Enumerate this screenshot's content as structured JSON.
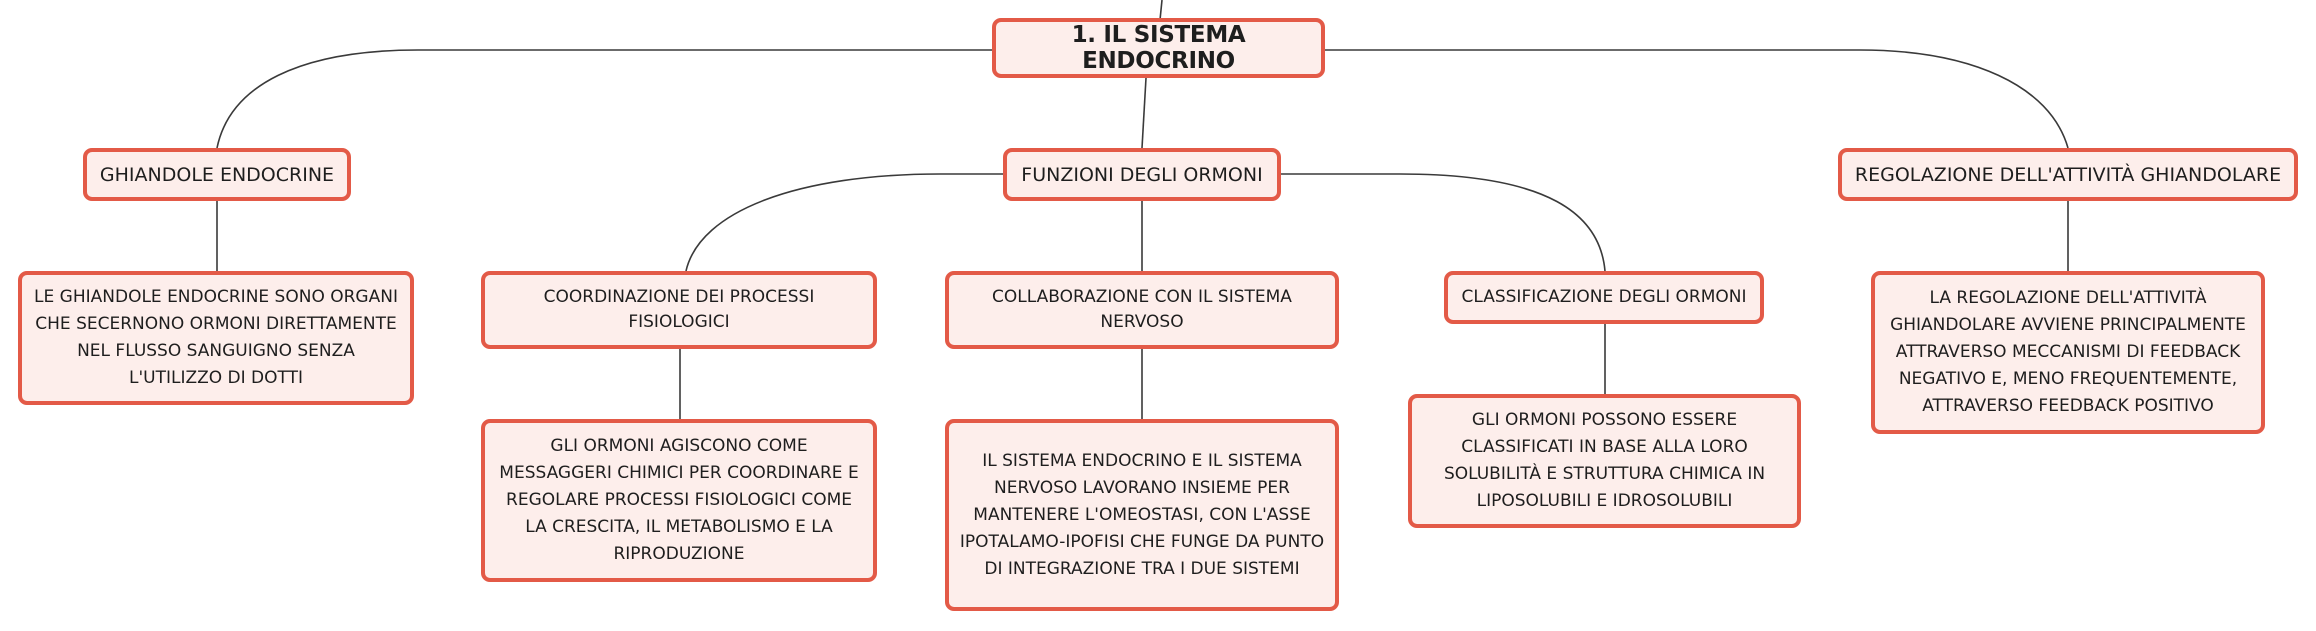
{
  "root": {
    "label": "1. IL SISTEMA ENDOCRINO"
  },
  "branches": {
    "ghiandole": {
      "label": "GHIANDOLE ENDOCRINE",
      "detail": "LE GHIANDOLE ENDOCRINE SONO ORGANI CHE SECERNONO ORMONI DIRETTAMENTE NEL FLUSSO SANGUIGNO SENZA L'UTILIZZO DI DOTTI"
    },
    "funzioni": {
      "label": "FUNZIONI DEGLI ORMONI",
      "children": {
        "coordinazione": {
          "label": "COORDINAZIONE DEI PROCESSI FISIOLOGICI",
          "detail": "GLI ORMONI AGISCONO COME MESSAGGERI CHIMICI PER COORDINARE E REGOLARE PROCESSI FISIOLOGICI COME LA CRESCITA, IL METABOLISMO E LA RIPRODUZIONE"
        },
        "collaborazione": {
          "label": "COLLABORAZIONE CON IL SISTEMA NERVOSO",
          "detail": "IL SISTEMA ENDOCRINO E IL SISTEMA NERVOSO LAVORANO INSIEME PER MANTENERE L'OMEOSTASI, CON L'ASSE IPOTALAMO-IPOFISI CHE FUNGE DA PUNTO DI INTEGRAZIONE TRA I DUE SISTEMI"
        },
        "classificazione": {
          "label": "CLASSIFICAZIONE DEGLI ORMONI",
          "detail": "GLI ORMONI POSSONO ESSERE CLASSIFICATI IN BASE ALLA LORO SOLUBILITÀ E STRUTTURA CHIMICA IN LIPOSOLUBILI E IDROSOLUBILI"
        }
      }
    },
    "regolazione": {
      "label": "REGOLAZIONE DELL'ATTIVITÀ GHIANDOLARE",
      "detail": "LA REGOLAZIONE DELL'ATTIVITÀ GHIANDOLARE AVVIENE PRINCIPALMENTE ATTRAVERSO MECCANISMI DI FEEDBACK NEGATIVO E, MENO FREQUENTEMENTE, ATTRAVERSO FEEDBACK POSITIVO"
    }
  },
  "colors": {
    "node_border": "#e35a47",
    "node_fill": "#fdeeeb",
    "connector": "#3a3a3a",
    "text": "#1e1e1e"
  }
}
